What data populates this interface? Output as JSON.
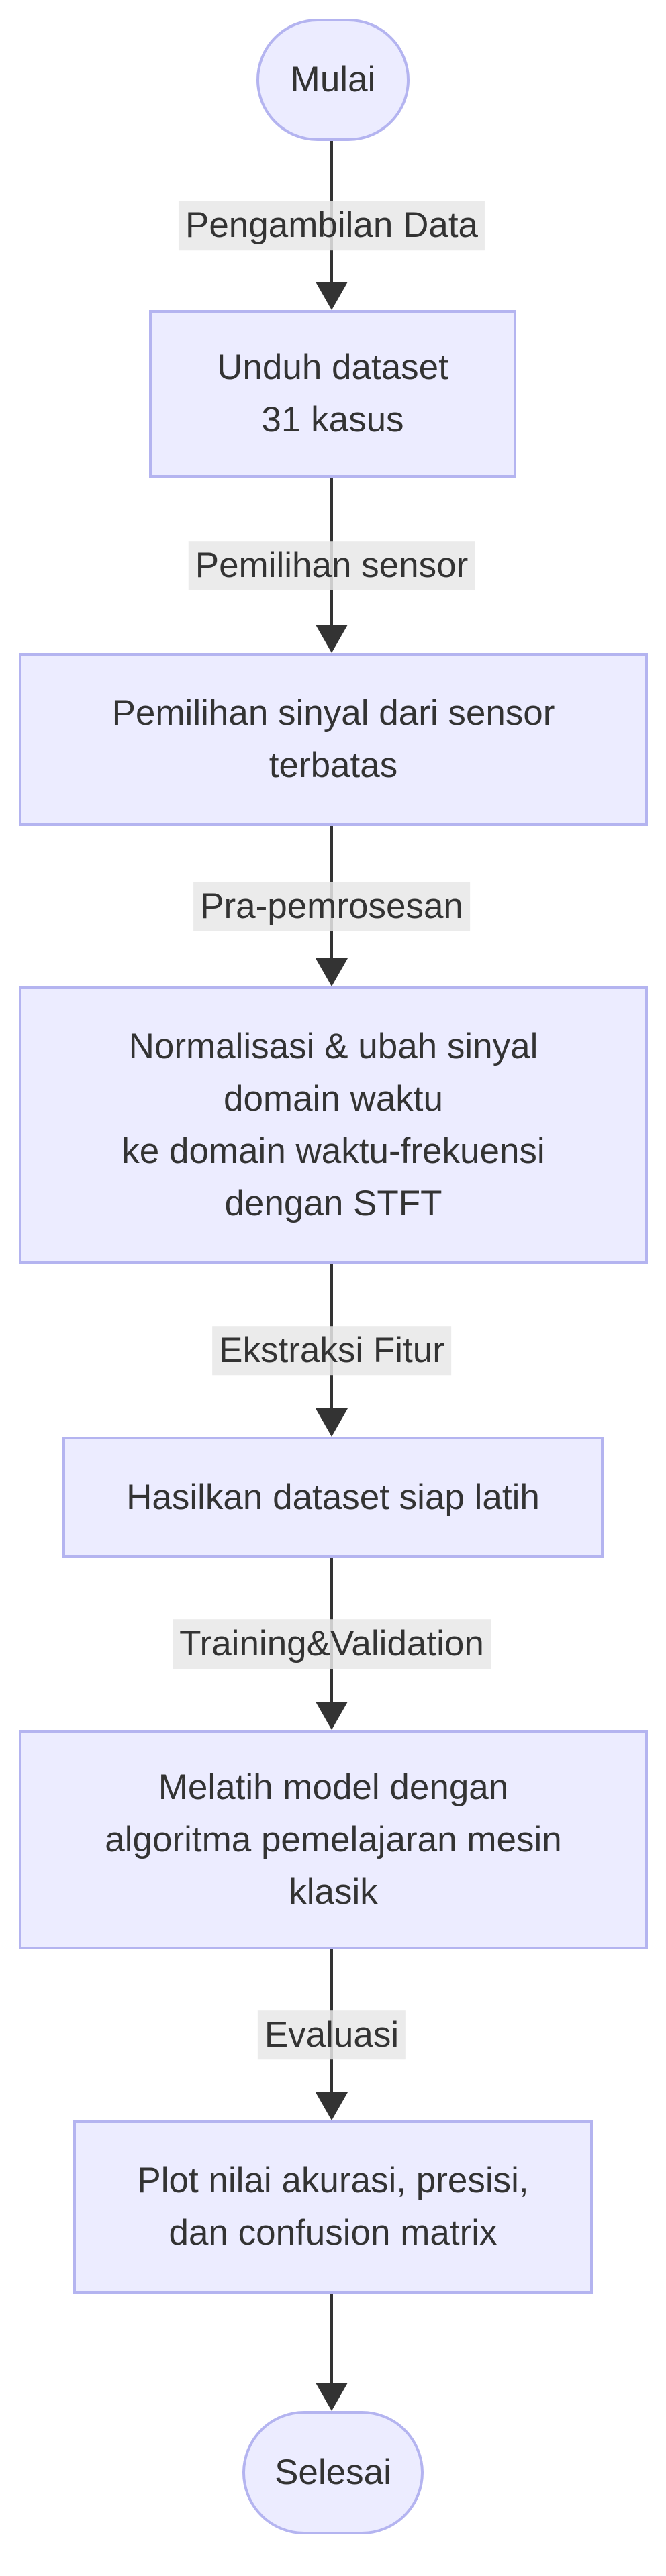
{
  "diagram": {
    "type": "flowchart",
    "direction": "top-down",
    "nodes": [
      {
        "id": "mulai",
        "shape": "stadium",
        "lines": [
          "Mulai"
        ]
      },
      {
        "id": "unduh",
        "shape": "rect",
        "lines": [
          "Unduh dataset",
          "31 kasus"
        ]
      },
      {
        "id": "pemilihan",
        "shape": "rect",
        "lines": [
          "Pemilihan sinyal dari sensor",
          "terbatas"
        ]
      },
      {
        "id": "praproses",
        "shape": "rect",
        "lines": [
          "Normalisasi & ubah sinyal",
          "domain waktu",
          "ke domain waktu-frekuensi",
          "dengan STFT"
        ]
      },
      {
        "id": "ekstraksi",
        "shape": "rect",
        "lines": [
          "Hasilkan dataset siap latih"
        ]
      },
      {
        "id": "training",
        "shape": "rect",
        "lines": [
          "Melatih model dengan",
          "algoritma pemelajaran mesin",
          "klasik"
        ]
      },
      {
        "id": "evaluasi",
        "shape": "rect",
        "lines": [
          "Plot nilai akurasi, presisi,",
          "dan confusion matrix"
        ]
      },
      {
        "id": "selesai",
        "shape": "stadium",
        "lines": [
          "Selesai"
        ]
      }
    ],
    "edges": [
      {
        "from": "mulai",
        "to": "unduh",
        "label": "Pengambilan Data"
      },
      {
        "from": "unduh",
        "to": "pemilihan",
        "label": "Pemilihan sensor"
      },
      {
        "from": "pemilihan",
        "to": "praproses",
        "label": "Pra-pemrosesan"
      },
      {
        "from": "praproses",
        "to": "ekstraksi",
        "label": "Ekstraksi Fitur"
      },
      {
        "from": "ekstraksi",
        "to": "training",
        "label": "Training&Validation"
      },
      {
        "from": "training",
        "to": "evaluasi",
        "label": "Evaluasi"
      },
      {
        "from": "evaluasi",
        "to": "selesai"
      }
    ]
  },
  "colors": {
    "node_fill": "#ECECFF",
    "node_border": "#b4b4f0",
    "edge_line": "#333333",
    "text": "#333333",
    "edge_label_bg": "#e8e8e8",
    "canvas_bg": "#ffffff"
  }
}
